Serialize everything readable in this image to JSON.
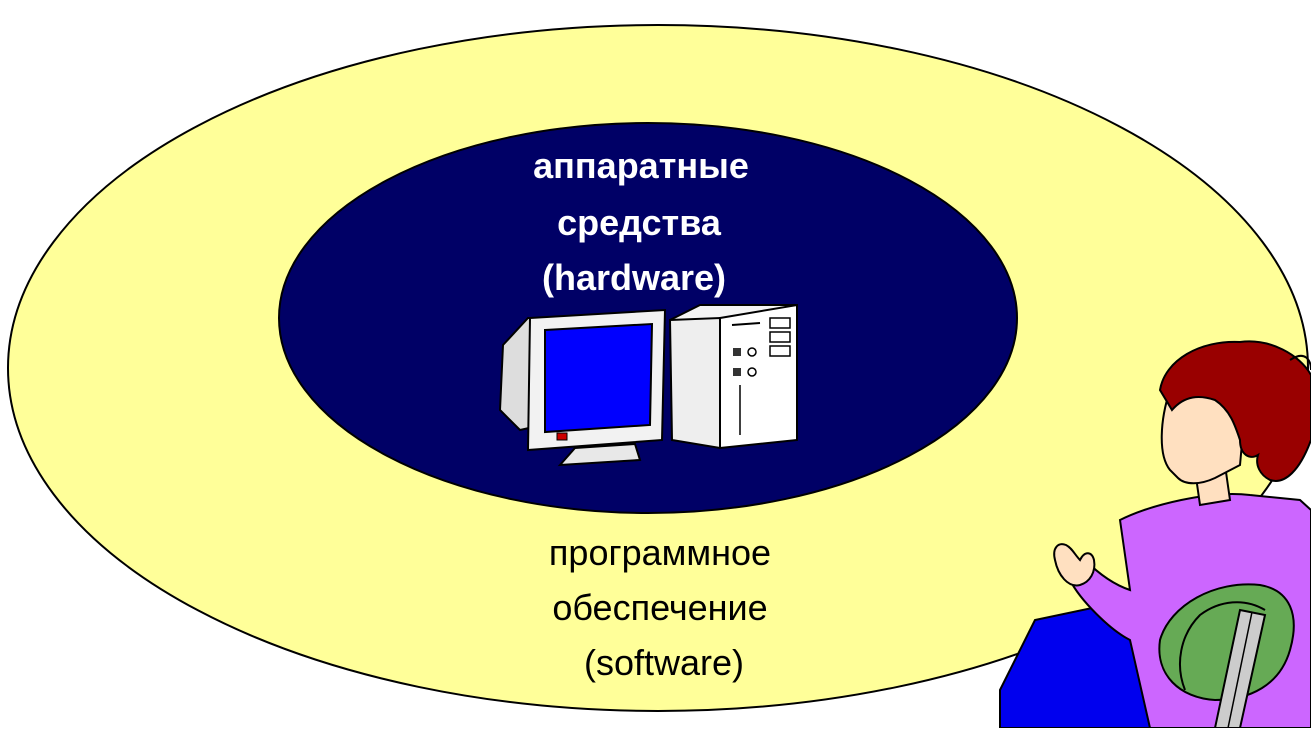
{
  "diagram": {
    "inner_label": {
      "line1": "аппаратные",
      "line2": "средства",
      "line3": "(hardware)"
    },
    "outer_label": {
      "line1": "программное",
      "line2": "обеспечение",
      "line3": "(software)"
    },
    "colors": {
      "outer_fill": "#FFFF99",
      "inner_fill": "#000066",
      "inner_text": "#FFFFFF",
      "outer_text": "#000000",
      "monitor_screen": "#0000FF",
      "woman_shirt": "#CC66FF",
      "woman_hair": "#990000",
      "chair_back": "#66AA55",
      "desk": "#0000EE"
    },
    "icons": [
      "computer-monitor-icon",
      "computer-tower-icon",
      "woman-user-illustration"
    ]
  }
}
